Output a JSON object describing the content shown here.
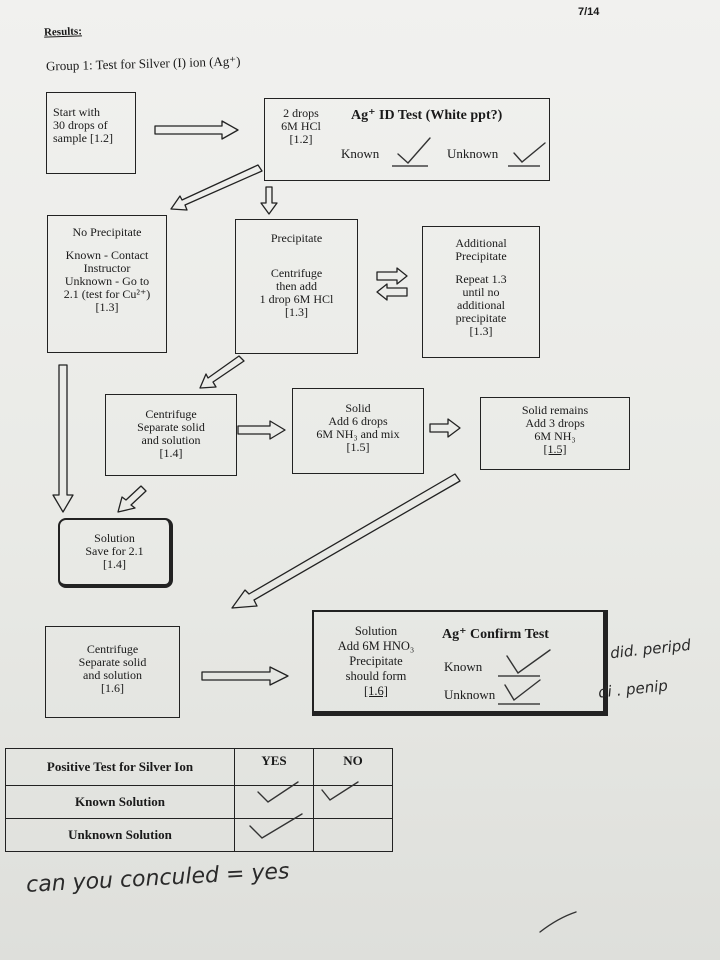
{
  "page_number": "7/14",
  "results_label": "Results:",
  "group_title": "Group 1:  Test for Silver (I) ion (Ag⁺)",
  "box_start": [
    "Start with",
    "30 drops of",
    "sample [1.2]"
  ],
  "box_drops": [
    "2 drops",
    "6M HCl",
    "[1.2]"
  ],
  "id_test_title": "Ag⁺ ID Test (White ppt?)",
  "id_known": "Known",
  "id_unknown": "Unknown",
  "box_noppt": [
    "No Precipitate",
    "Known - Contact",
    "Instructor",
    "Unknown - Go to",
    "2.1 (test for Cu²⁺)",
    "[1.3]"
  ],
  "box_ppt": [
    "Precipitate",
    "Centrifuge",
    "then add",
    "1 drop 6M HCl",
    "[1.3]"
  ],
  "box_addl": [
    "Additional",
    "Precipitate",
    "Repeat 1.3",
    "until no",
    "additional",
    "precipitate",
    "[1.3]"
  ],
  "box_cent1": [
    "Centrifuge",
    "Separate solid",
    "and solution",
    "[1.4]"
  ],
  "box_solid": [
    "Solid",
    "Add 6 drops",
    "6M NH₃ and mix",
    "[1.5]"
  ],
  "box_remains": [
    "Solid remains",
    "Add 3 drops",
    "6M NH₃",
    "[1.5]"
  ],
  "box_solution": [
    "Solution",
    "Save for 2.1",
    "[1.4]"
  ],
  "box_cent2": [
    "Centrifuge",
    "Separate solid",
    "and solution",
    "[1.6]"
  ],
  "box_confirm": [
    "Solution",
    "Add 6M HNO₃",
    "Precipitate",
    "should form",
    "[1.6]"
  ],
  "confirm_title": "Ag⁺ Confirm Test",
  "confirm_known": "Known",
  "confirm_unknown": "Unknown",
  "hand_known": "did. peripd",
  "hand_unknown": "di . penip",
  "table": {
    "header": "Positive Test for Silver Ion",
    "yes": "YES",
    "no": "NO",
    "known": "Known Solution",
    "unknown": "Unknown Solution"
  },
  "hand_conclusion": "can you conculed = yes"
}
